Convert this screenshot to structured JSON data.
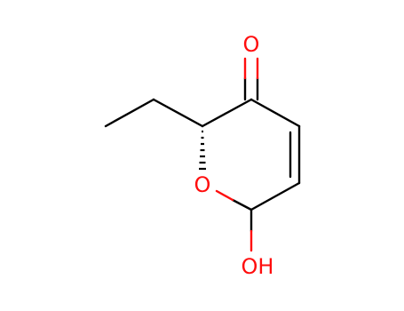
{
  "structure": {
    "colors": {
      "bond": "#000000",
      "oxygen": "#ff0d0d"
    },
    "atoms": {
      "carbonyl_oxygen": "O",
      "ring_oxygen": "O",
      "hydroxyl": "OH"
    }
  }
}
